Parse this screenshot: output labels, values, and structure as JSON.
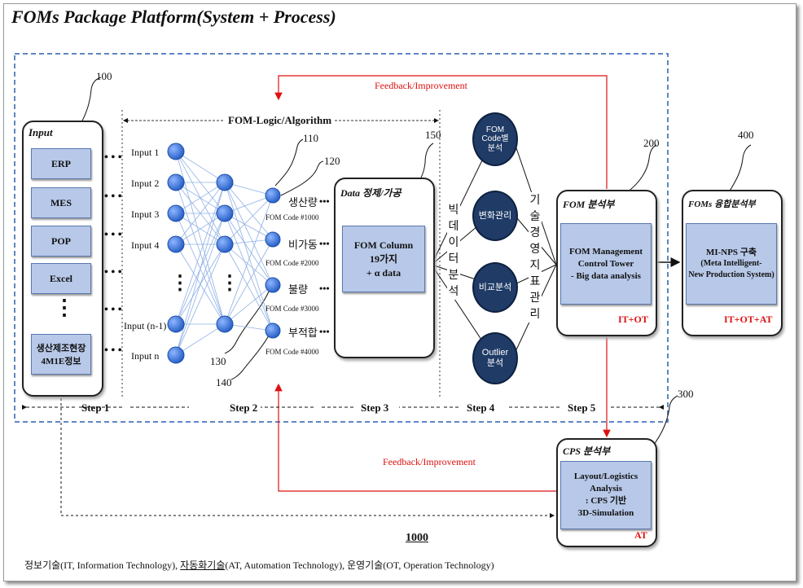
{
  "title": "FOMs Package Platform(System + Process)",
  "feedback_top": "Feedback/Improvement",
  "feedback_bottom": "Feedback/Improvement",
  "fom_logic": "FOM-Logic/Algorithm",
  "input_panel": {
    "ref": "100",
    "title": "Input",
    "items": [
      "ERP",
      "MES",
      "POP",
      "Excel"
    ],
    "dots": "⋮",
    "bottom_line1": "생산제조현장",
    "bottom_line2": "4M1E정보"
  },
  "nn_inputs": [
    "Input 1",
    "Input 2",
    "Input 3",
    "Input 4",
    "Input (n-1)",
    "Input n"
  ],
  "outputs": [
    {
      "label": "생산량",
      "code": "FOM Code #1000"
    },
    {
      "label": "비가동",
      "code": "FOM Code #2000"
    },
    {
      "label": "불량",
      "code": "FOM Code #3000"
    },
    {
      "label": "부적합",
      "code": "FOM Code #4000"
    }
  ],
  "refs": {
    "r110": "110",
    "r120": "120",
    "r130": "130",
    "r140": "140",
    "r150": "150",
    "r200": "200",
    "r300": "300",
    "r400": "400"
  },
  "data_panel": {
    "title": "Data 정제/가공",
    "line1": "FOM Column",
    "line2": "19가지",
    "line3": "+ α data"
  },
  "bigdata_vertical": "빅데이터분석",
  "mgmt_vertical": "기술경영지표관리",
  "circles": [
    {
      "line1": "FOM",
      "line2": "Code별",
      "line3": "분석"
    },
    {
      "line1": "변화관리"
    },
    {
      "line1": "비교분석"
    },
    {
      "line1": "Outlier",
      "line2": "분석"
    }
  ],
  "fom_panel": {
    "title": "FOM 분석부",
    "line1": "FOM Management",
    "line2": "Control Tower",
    "line3": "- Big data analysis",
    "tag": "IT+OT"
  },
  "foms_panel": {
    "title": "FOMs 융합분석부",
    "line1": "MI-NPS 구축",
    "line2": "(Meta Intelligent-",
    "line3": "New Production System)",
    "tag": "IT+OT+AT"
  },
  "cps_panel": {
    "title": "CPS 분석부",
    "line1": "Layout/Logistics",
    "line2": "Analysis",
    "line3": ": CPS 기반",
    "line4": "3D-Simulation",
    "tag": "AT"
  },
  "steps": [
    "Step 1",
    "Step 2",
    "Step 3",
    "Step 4",
    "Step 5"
  ],
  "system_ref": "1000",
  "footnote_parts": [
    "정보기술(IT, Information Technology), ",
    "자동화기술",
    "(AT, Automation Technology), 운영기술(OT, Operation Technology)"
  ],
  "colors": {
    "node": "#2f6fd6",
    "box": "#b7c8e8",
    "circle": "#1f3b66",
    "feedback": "#d11111",
    "dashed_frame": "#2a5fb0"
  }
}
